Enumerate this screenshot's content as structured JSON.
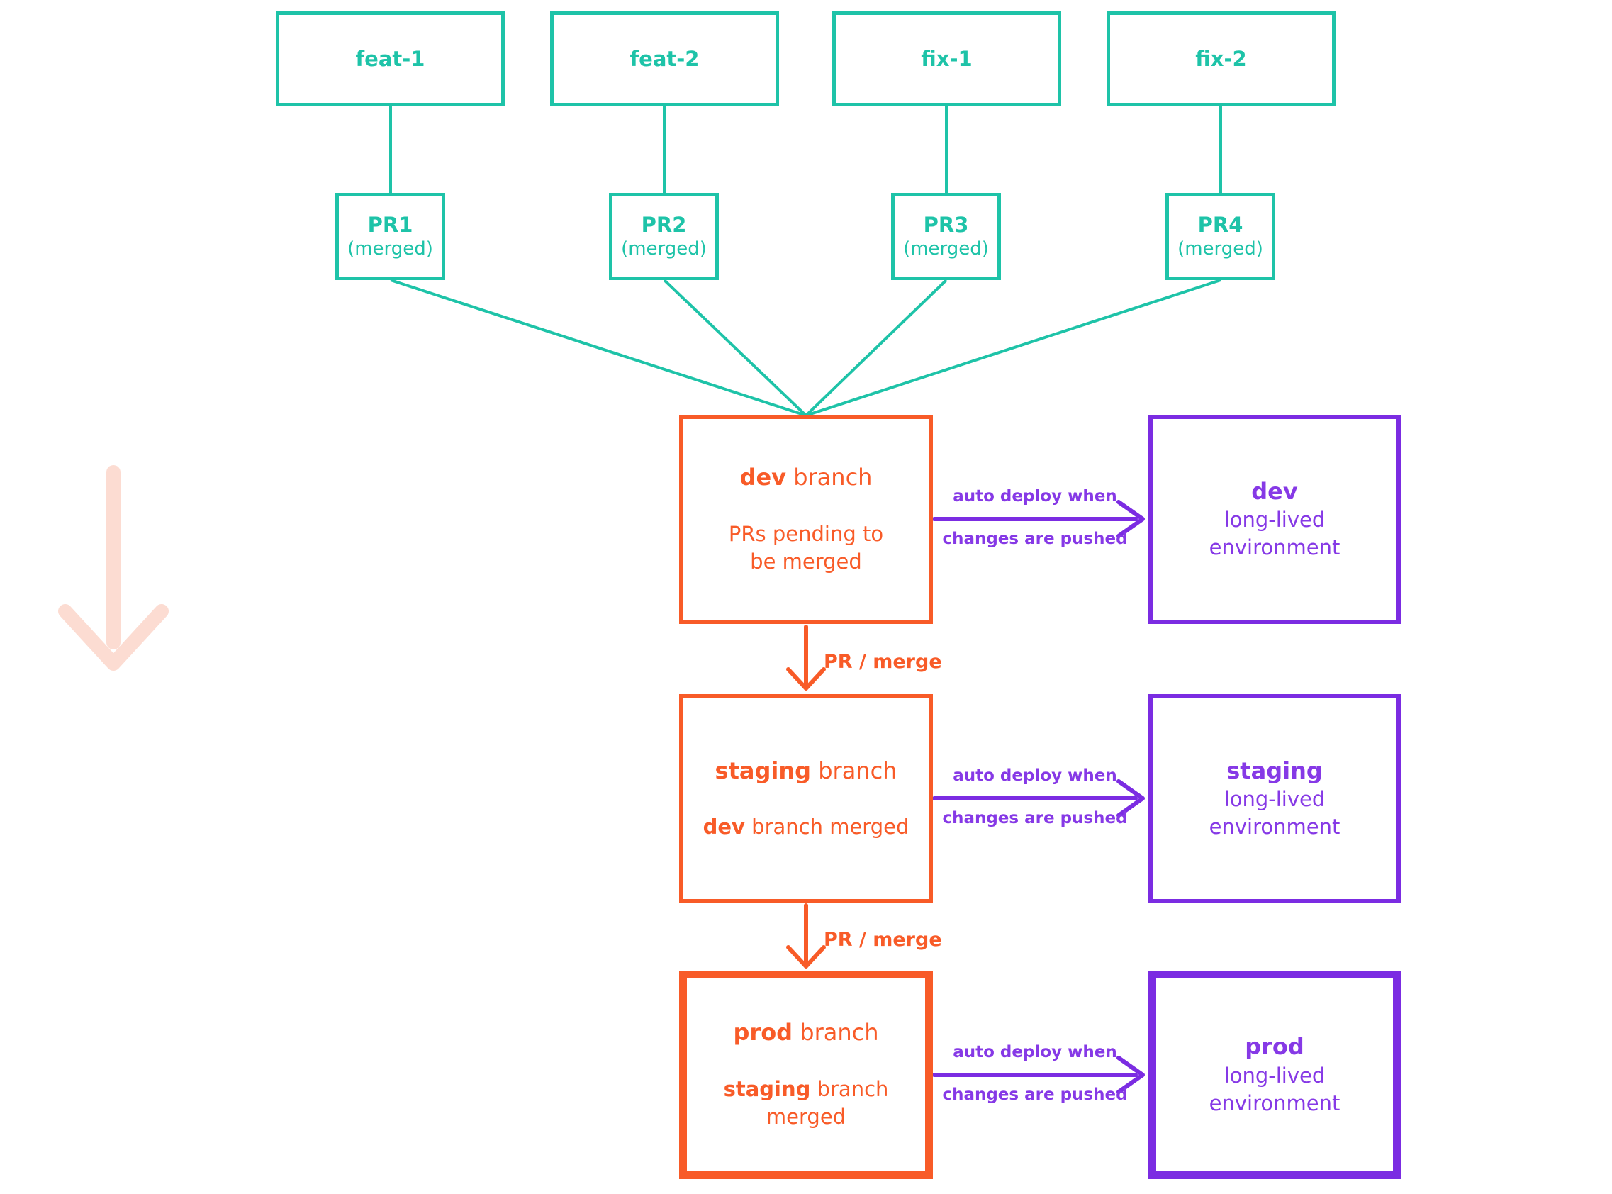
{
  "colors": {
    "teal": "#1ec3a8",
    "orange": "#f85b28",
    "purple_border": "#7b2ce2",
    "purple_text": "#8639e6",
    "pink_arrow": "#fcdcd2"
  },
  "feature_branches": [
    {
      "label": "feat-1"
    },
    {
      "label": "feat-2"
    },
    {
      "label": "fix-1"
    },
    {
      "label": "fix-2"
    }
  ],
  "pull_requests": [
    {
      "label": "PR1",
      "status": "(merged)"
    },
    {
      "label": "PR2",
      "status": "(merged)"
    },
    {
      "label": "PR3",
      "status": "(merged)"
    },
    {
      "label": "PR4",
      "status": "(merged)"
    }
  ],
  "pipeline": [
    {
      "branch_title_bold": "dev",
      "branch_title_rest": " branch",
      "branch_sub_bold": "",
      "branch_sub_rest": "PRs pending to\nbe merged",
      "merge_label": "PR / merge",
      "deploy_label_line1": "auto deploy when",
      "deploy_label_line2": "changes are pushed",
      "env_title": "dev",
      "env_sub": "long-lived\nenvironment"
    },
    {
      "branch_title_bold": "staging",
      "branch_title_rest": " branch",
      "branch_sub_bold": "dev",
      "branch_sub_rest": " branch merged",
      "merge_label": "PR / merge",
      "deploy_label_line1": "auto deploy when",
      "deploy_label_line2": "changes are pushed",
      "env_title": "staging",
      "env_sub": "long-lived\nenvironment"
    },
    {
      "branch_title_bold": "prod",
      "branch_title_rest": " branch",
      "branch_sub_bold": "staging",
      "branch_sub_rest": " branch\nmerged",
      "deploy_label_line1": "auto deploy when",
      "deploy_label_line2": "changes are pushed",
      "env_title": "prod",
      "env_sub": "long-lived\nenvironment"
    }
  ]
}
